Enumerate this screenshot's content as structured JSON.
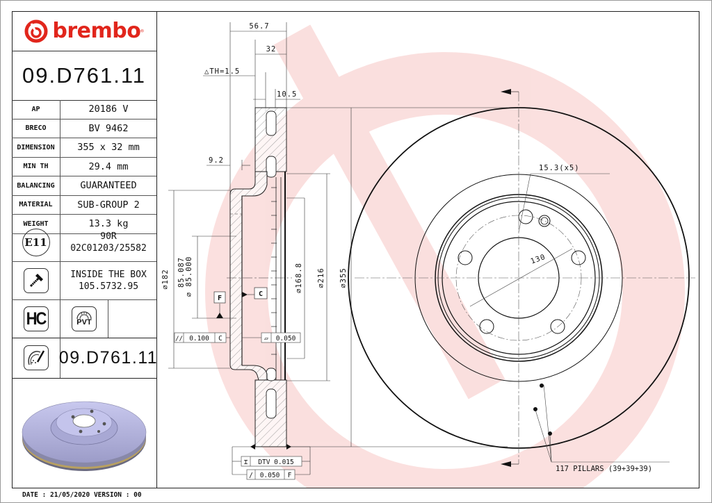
{
  "brand": {
    "name": "brembo",
    "registered": "®",
    "color": "#e1261c"
  },
  "part_number": "09.D761.11",
  "specs": [
    {
      "key": "AP",
      "value": "20186 V"
    },
    {
      "key": "BRECO",
      "value": "BV 9462"
    },
    {
      "key": "DIMENSION",
      "value": "355 x 32 mm"
    },
    {
      "key": "MIN TH",
      "value": "29.4 mm"
    },
    {
      "key": "BALANCING",
      "value": "GUARANTEED"
    },
    {
      "key": "MATERIAL",
      "value": "SUB-GROUP 2"
    },
    {
      "key": "WEIGHT",
      "value": "13.3 kg"
    }
  ],
  "approval": {
    "icon": "E11",
    "line1": "90R",
    "line2": "02C01203/25582"
  },
  "screw": {
    "icon": "screw-icon",
    "line1": "INSIDE THE BOX",
    "line2": "105.5732.95"
  },
  "features": {
    "hc": "HC",
    "pvt": "PVT"
  },
  "disc_part_number": "09.D761.11",
  "footer": {
    "date_label": "DATE : 21/05/2020 VERSION : 00"
  },
  "drawing": {
    "dims": {
      "overall_width": "56.7",
      "thickness": "32",
      "delta_th": "△TH=1.5",
      "vane": "10.5",
      "hat_offset": "9.2",
      "dia_182": "⌀182",
      "dia_85_upper": "85.087",
      "dia_85_lower": "⌀ 85.000",
      "dia_168": "⌀168.8",
      "dia_216": "⌀216",
      "dia_355": "⌀355",
      "bolt_hole": "15.3(x5)",
      "pcd": "130"
    },
    "datums": {
      "f": "F",
      "c": "C"
    },
    "tolerances": {
      "parallelism": {
        "symbol": "//",
        "value": "0.100",
        "datum": "C"
      },
      "flatness": {
        "symbol": "▱",
        "value": "0.050"
      },
      "dtv": {
        "symbol": "⌶",
        "value": "DTV 0.015"
      },
      "runout": {
        "symbol": "/",
        "value": "0.050",
        "datum": "F"
      }
    },
    "pillars_note": "117 PILLARS (39+39+39)"
  }
}
